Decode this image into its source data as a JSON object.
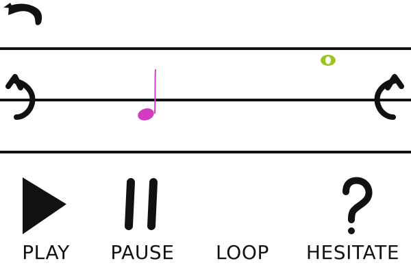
{
  "header": {
    "back_icon": "back-arrow-icon"
  },
  "staff": {
    "line_color": "#111111",
    "left_icon": "left-curved-arrow-icon",
    "right_icon": "right-curved-arrow-icon",
    "notes": [
      {
        "type": "quarter-note",
        "color": "#d23cc3"
      },
      {
        "type": "whole-note",
        "color": "#9ac41f"
      }
    ]
  },
  "controls": {
    "play": {
      "label": "PLAY",
      "icon": "play-icon"
    },
    "pause": {
      "label": "PAUSE",
      "icon": "pause-icon"
    },
    "loop": {
      "label": "LOOP"
    },
    "hesitate": {
      "label": "HESITATE",
      "icon": "question-mark-icon"
    }
  }
}
